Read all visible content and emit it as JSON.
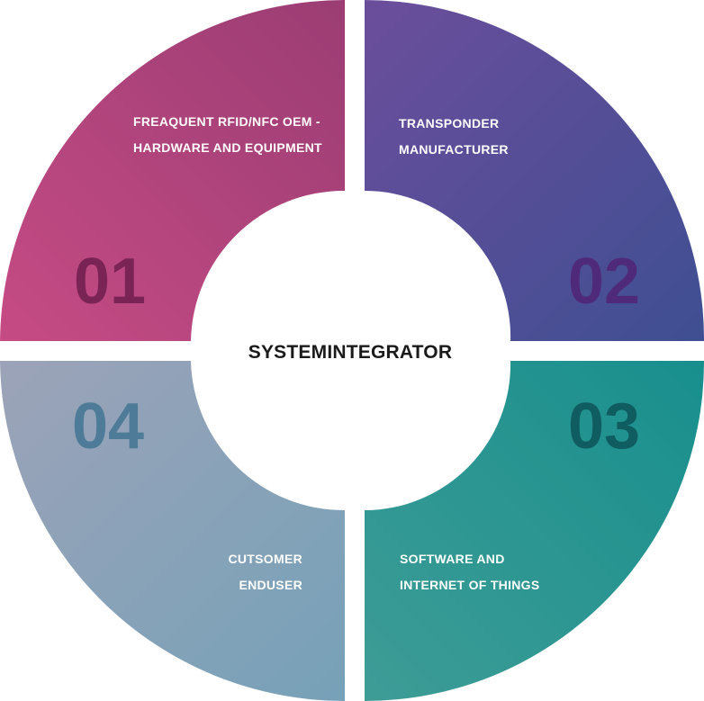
{
  "center": {
    "title": "SYSTEMINTEGRATOR"
  },
  "segments": [
    {
      "number": "01",
      "lines": [
        "FREAQUENT RFID/NFC OEM -",
        "HARDWARE AND EQUIPMENT"
      ],
      "colors": {
        "start": "#c64b84",
        "end": "#9b3d74",
        "number": "#7a2455"
      }
    },
    {
      "number": "02",
      "lines": [
        "TRANSPONDER",
        "MANUFACTURER"
      ],
      "colors": {
        "start": "#6b4e9c",
        "end": "#3f4f92",
        "number": "#4f2a7a"
      }
    },
    {
      "number": "03",
      "lines": [
        "SOFTWARE AND",
        "INTERNET OF THINGS"
      ],
      "colors": {
        "start": "#188f8d",
        "end": "#3e9c96",
        "number": "#0f5d60"
      }
    },
    {
      "number": "04",
      "lines": [
        "CUTSOMER",
        "ENDUSER"
      ],
      "colors": {
        "start": "#9ca3b8",
        "end": "#76a1b8",
        "number": "#4e7b98"
      }
    }
  ]
}
